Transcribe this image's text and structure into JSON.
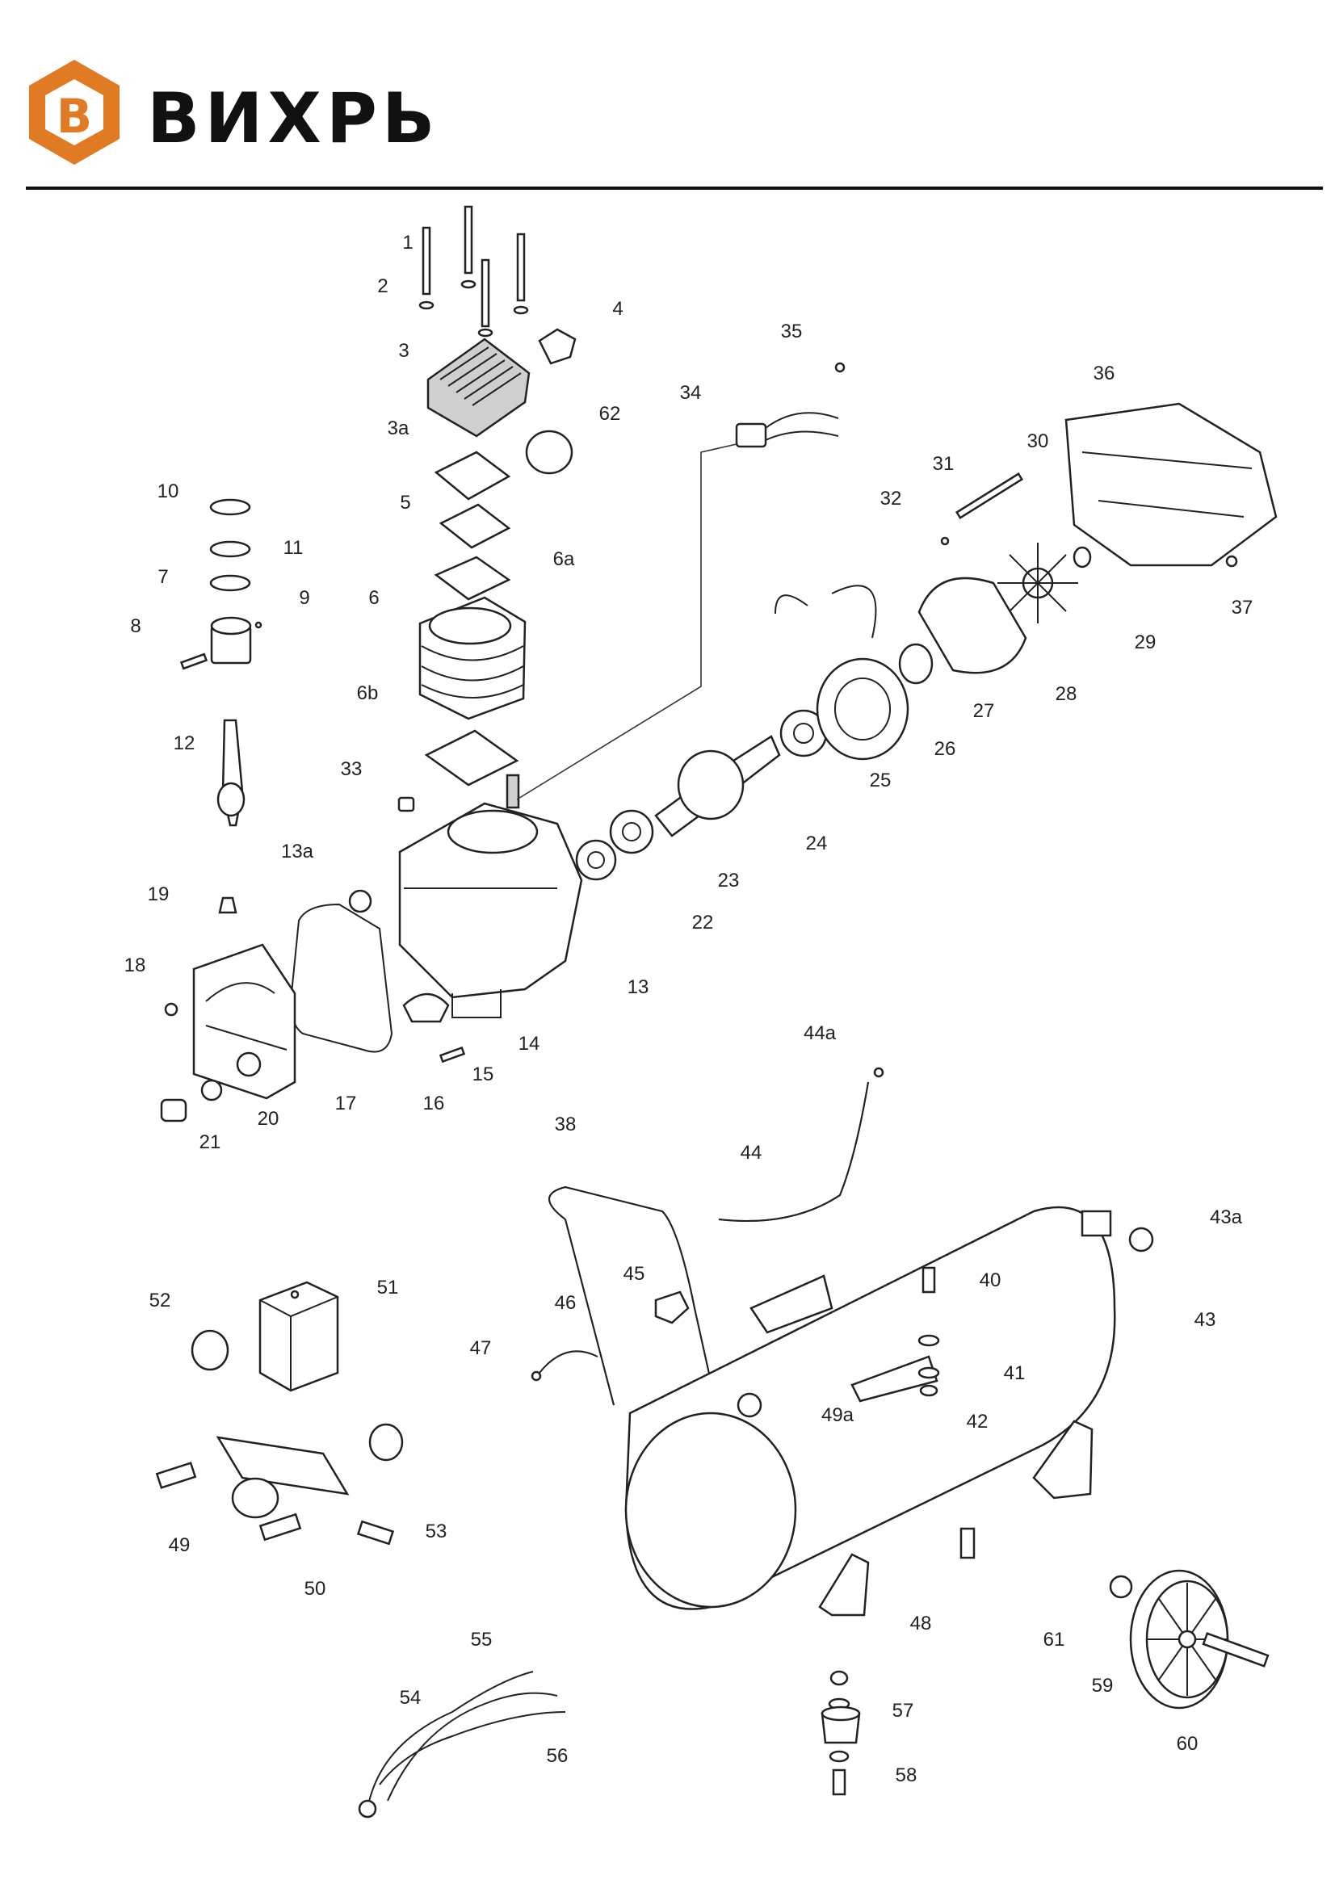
{
  "brand": {
    "name": "ВИХРЬ",
    "logo_letter": "В",
    "accent_color": "#E07B24"
  },
  "callouts": [
    "1",
    "2",
    "3",
    "3a",
    "4",
    "5",
    "6",
    "6a",
    "6b",
    "7",
    "8",
    "9",
    "10",
    "11",
    "12",
    "13",
    "13a",
    "14",
    "15",
    "16",
    "17",
    "18",
    "19",
    "20",
    "21",
    "22",
    "23",
    "24",
    "25",
    "26",
    "27",
    "28",
    "29",
    "30",
    "31",
    "32",
    "33",
    "34",
    "35",
    "36",
    "37",
    "38",
    "40",
    "41",
    "42",
    "43",
    "43a",
    "44",
    "44a",
    "45",
    "46",
    "47",
    "48",
    "49",
    "49a",
    "50",
    "51",
    "52",
    "53",
    "54",
    "55",
    "56",
    "57",
    "58",
    "59",
    "60",
    "61",
    "62"
  ]
}
